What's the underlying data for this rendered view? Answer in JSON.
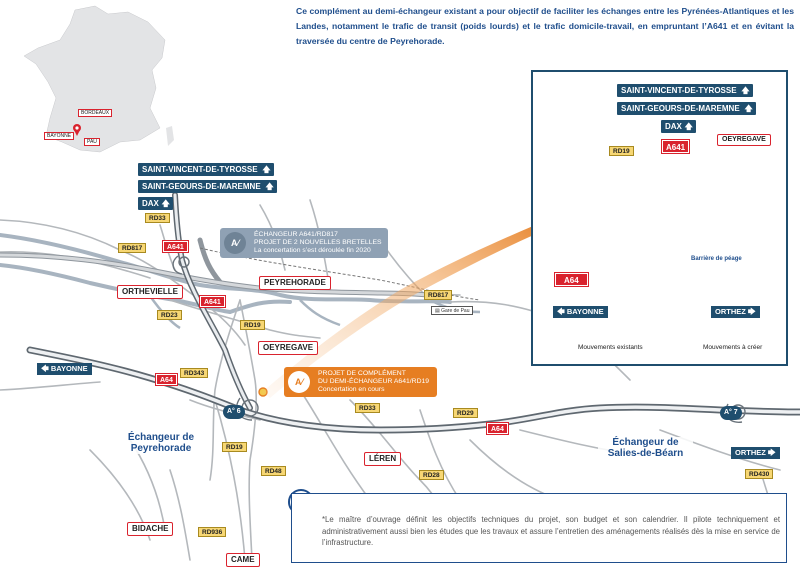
{
  "intro": "Ce complément au demi-échangeur existant a pour objectif de faciliter les échanges entre les Pyrénées-Atlantiques et les Landes, notamment le trafic de transit (poids lourds) et le trafic domicile-travail, en empruntant l’A641 et en évitant la traversée du centre de Peyrehorade.",
  "france_map": {
    "bordeaux": "BORDEAUX",
    "bayonne": "BAYONNE",
    "pau": "PAU"
  },
  "signs": {
    "svt": "SAINT-VINCENT-DE-TYROSSE",
    "sgm": "SAINT-GEOURS-DE-MAREMNE",
    "dax": "DAX",
    "arrow": "🡅"
  },
  "roads": {
    "rd33a": "RD33",
    "rd817": "RD817",
    "a641a": "A641",
    "a641b": "A641",
    "rd23": "RD23",
    "rd19a": "RD19",
    "rd817b": "RD817",
    "rd343": "RD343",
    "a64a": "A64",
    "rd33b": "RD33",
    "rd29": "RD29",
    "a64b": "A64",
    "rd19b": "RD19",
    "rd48": "RD48",
    "rd28": "RD28",
    "rd936": "RD936",
    "rd430": "RD430"
  },
  "towns": {
    "orthevielle": "ORTHEVIELLE",
    "peyrehorade": "PEYREHORADE",
    "oeyregave": "OEYREGAVE",
    "leren": "LÉREN",
    "bidache": "BIDACHE",
    "came": "CAME"
  },
  "highways": {
    "bayonne": "🡄 BAYONNE",
    "orthez": "ORTHEZ 🡆"
  },
  "gare": "Gare de Pau",
  "exits": {
    "six": "A° 6",
    "seven": "A° 7"
  },
  "echangeurs": {
    "peyrehorade": "Échangeur de Peyrehorade",
    "salies": "Échangeur de Salies-de-Béarn"
  },
  "project1": {
    "l1": "ÉCHANGEUR A641/RD817",
    "l2": "PROJET DE 2 NOUVELLES BRETELLES",
    "l3": "La concertation s’est déroulée fin 2020"
  },
  "project2": {
    "l1": "PROJET DE COMPLÉMENT",
    "l2": "DU DEMI-ÉCHANGEUR A641/RD19",
    "l3": "Concertation en cours"
  },
  "inset": {
    "svt": "SAINT-VINCENT-DE-TYROSSE",
    "sgm": "SAINT-GEOURS-DE-MAREMNE",
    "dax": "DAX",
    "rd19": "RD19",
    "a641": "A641",
    "oeyregave": "OEYREGAVE",
    "peage": "Barrière de péage",
    "a64": "A64",
    "bayonne": "🡄 BAYONNE",
    "orthez": "ORTHEZ 🡆",
    "legend_existing": "Mouvements existants",
    "legend_new": "Mouvements à créer"
  },
  "note": "*Le maître d’ouvrage définit les objectifs techniques du projet, son budget et son calendrier. Il pilote techniquement et administrativement aussi bien les études que les travaux et assure l’entretien des aménagements réalisés dès la mise en service de l’infrastructure.",
  "colors": {
    "navy": "#1f4e6e",
    "red": "#d9232e",
    "orange": "#e67e22",
    "yellow": "#f7d774",
    "river": "#9aa8b6"
  },
  "icons": [
    "arrow-up-icon",
    "arrow-left-icon",
    "arrow-right-icon",
    "eye-icon",
    "interchange-icon",
    "train-icon",
    "location-pin-icon"
  ]
}
